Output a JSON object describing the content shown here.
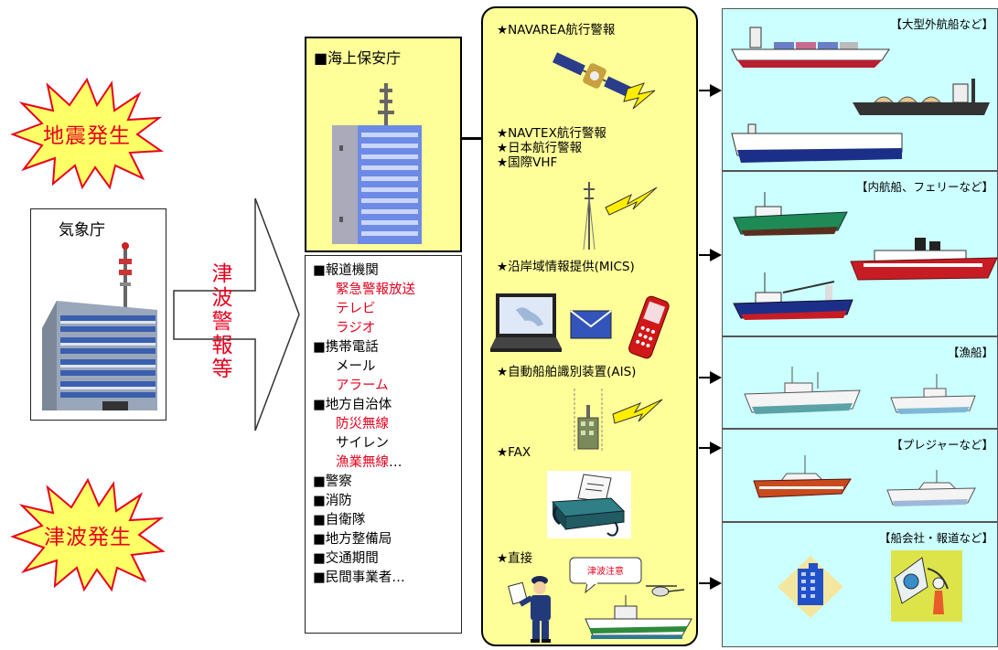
{
  "events": {
    "earthquake": "地震発生",
    "tsunami": "津波発生"
  },
  "jma": {
    "title": "気象庁"
  },
  "arrow_label": "津波警報等",
  "coast_guard": {
    "title": "■海上保安庁"
  },
  "agencies": [
    {
      "text": "■報道機関",
      "level": 0,
      "color": "black"
    },
    {
      "text": "緊急警報放送",
      "level": 1,
      "color": "red"
    },
    {
      "text": "テレビ",
      "level": 1,
      "color": "red"
    },
    {
      "text": "ラジオ",
      "level": 1,
      "color": "red"
    },
    {
      "text": "■携帯電話",
      "level": 0,
      "color": "black"
    },
    {
      "text": "メール",
      "level": 1,
      "color": "black"
    },
    {
      "text": "アラーム",
      "level": 1,
      "color": "red"
    },
    {
      "text": "■地方自治体",
      "level": 0,
      "color": "black"
    },
    {
      "text": "防災無線",
      "level": 1,
      "color": "red"
    },
    {
      "text": "サイレン",
      "level": 1,
      "color": "black"
    },
    {
      "text": "漁業無線",
      "suffix": "…",
      "level": 1,
      "color": "red"
    },
    {
      "text": "■警察",
      "level": 0,
      "color": "black"
    },
    {
      "text": "■消防",
      "level": 0,
      "color": "black"
    },
    {
      "text": "■自衛隊",
      "level": 0,
      "color": "black"
    },
    {
      "text": "■地方整備局",
      "level": 0,
      "color": "black"
    },
    {
      "text": "■交通期間",
      "level": 0,
      "color": "black"
    },
    {
      "text": "■民間事業者…",
      "level": 0,
      "color": "black"
    }
  ],
  "channels": {
    "navarea": "★NAVAREA航行警報",
    "navtex": "★NAVTEX航行警報",
    "japan_nav": "★日本航行警報",
    "vhf": "★国際VHF",
    "mics": "★沿岸域情報提供(MICS)",
    "ais": "★自動船舶識別装置(AIS)",
    "fax": "★FAX",
    "direct": "★直接",
    "bubble": "津波注意"
  },
  "recipients": [
    {
      "label": "【大型外航船など】"
    },
    {
      "label": "【内航船、フェリーなど】"
    },
    {
      "label": "【漁船】"
    },
    {
      "label": "【プレジャーなど】"
    },
    {
      "label": "【船会社・報道など】"
    }
  ],
  "colors": {
    "red": "#e8001c",
    "yellow_panel": "#ffff99",
    "cyan_panel": "#ccffff",
    "burst_fill": "#ffff66"
  },
  "icons": {
    "satellite": "satellite-icon",
    "antenna": "antenna-tower-icon",
    "laptop": "laptop-icon",
    "mail": "envelope-icon",
    "phone": "mobile-phone-icon",
    "fax": "fax-machine-icon",
    "officer": "coast-guard-officer-icon",
    "helicopter": "helicopter-icon"
  }
}
